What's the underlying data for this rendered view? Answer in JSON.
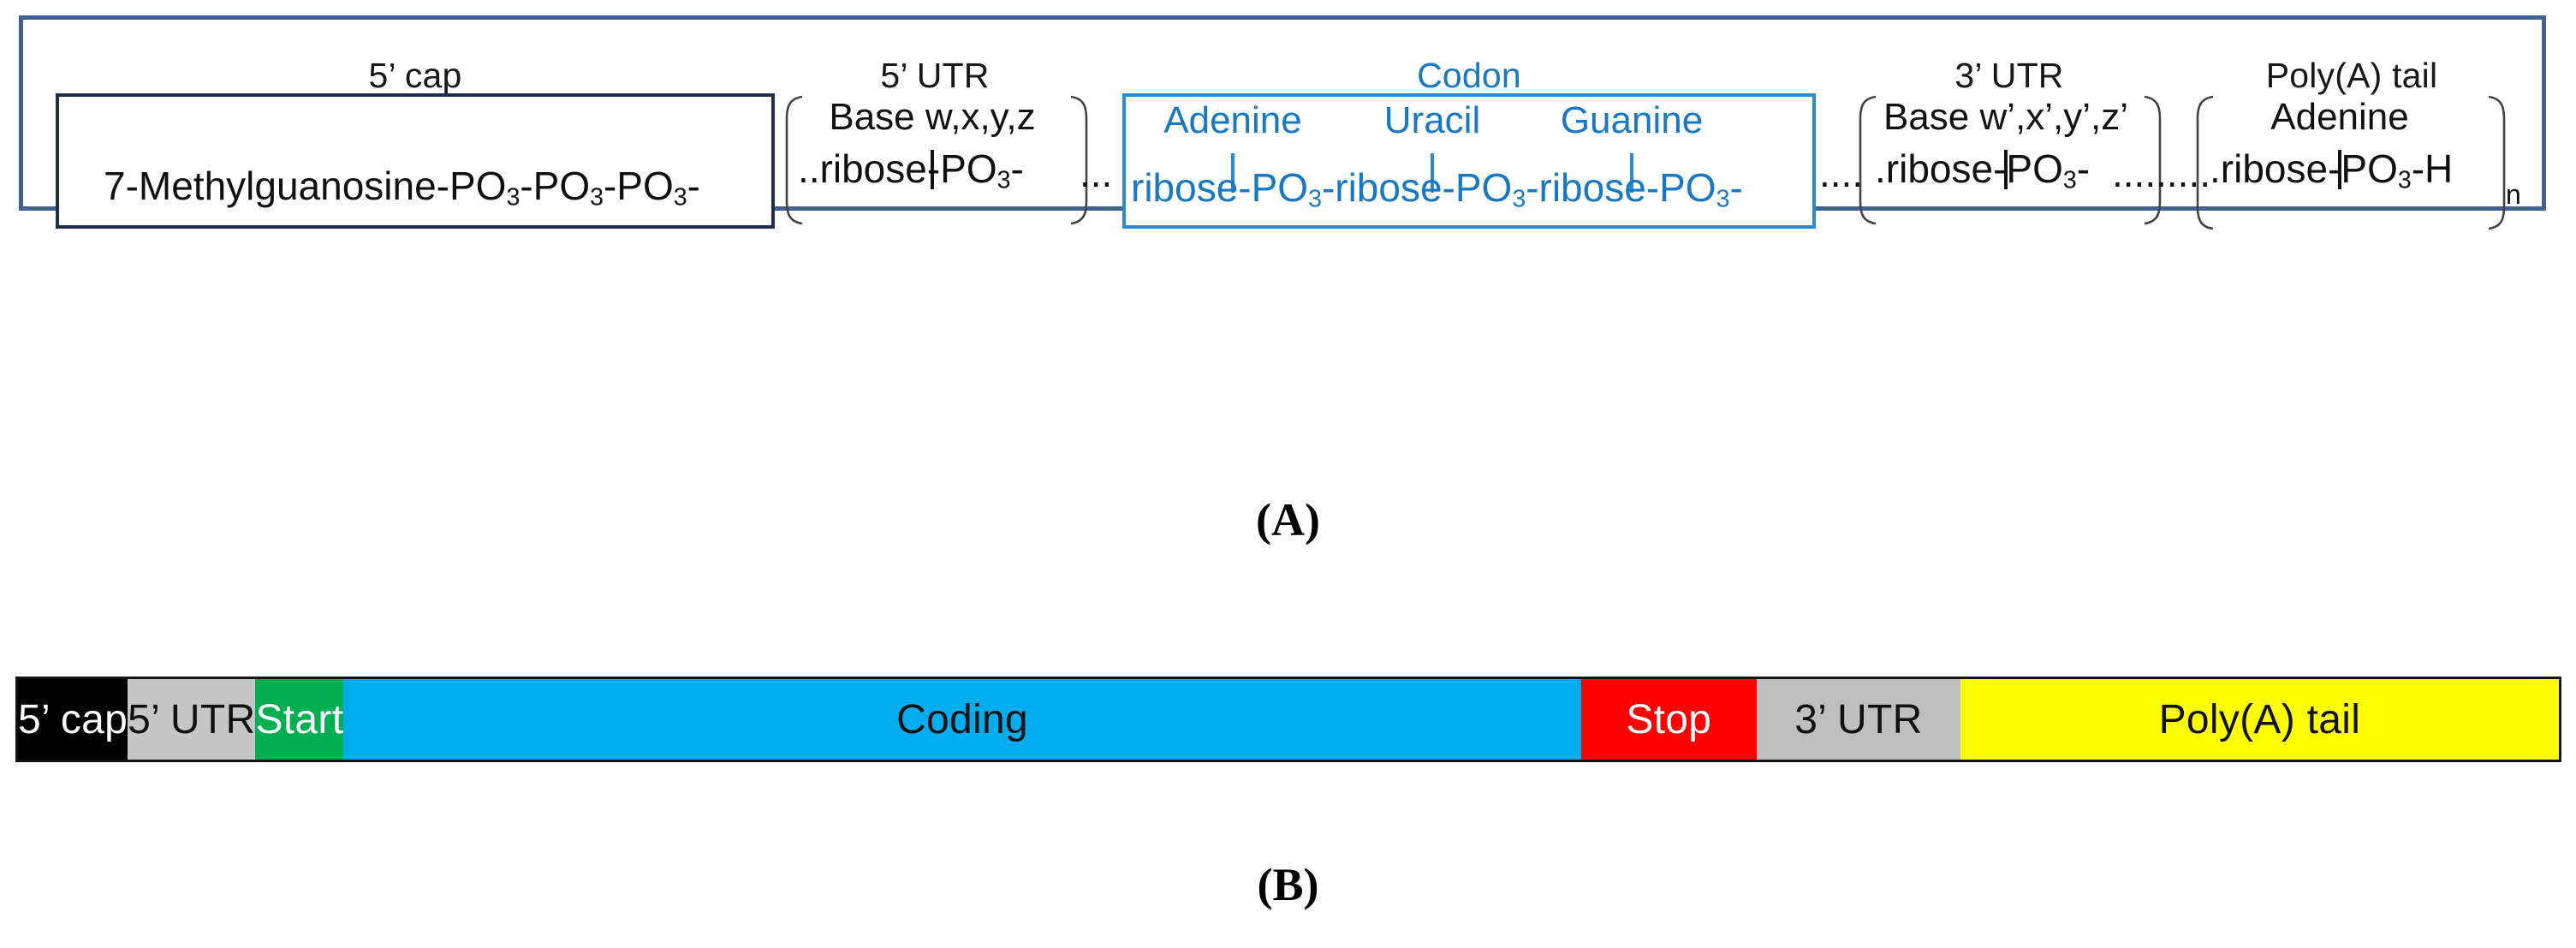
{
  "figure": {
    "panel_a_letter": "(A)",
    "panel_b_letter": "(B)"
  },
  "panel_a": {
    "frame_color": "#41618f",
    "accent_blue": "#1678c8",
    "columns": [
      {
        "label": "5’ cap"
      },
      {
        "label": "5’ UTR"
      },
      {
        "label": "Codon"
      },
      {
        "label": "3’ UTR"
      },
      {
        "label": "Poly(A) tail"
      }
    ],
    "cap": {
      "formula_prefix": "7-Methylguanosine-PO",
      "sub3": "3",
      "mid": "-PO",
      "tail": "-PO",
      "formula_full": "7-Methylguanosine-PO3-PO3-PO3-"
    },
    "utr5": {
      "base": "Base w,x,y,z",
      "backbone_prefix": "..ribose-PO",
      "sub": "3",
      "backbone_suffix": "-",
      "dots_after": "..."
    },
    "codon": {
      "bases": [
        "Adenine",
        "Uracil",
        "Guanine"
      ],
      "backbone_segments": [
        "ribose-PO",
        "-ribose-PO",
        "-ribose-PO"
      ],
      "sub": "3",
      "backbone_suffix": "-",
      "dots_after": "...."
    },
    "utr3": {
      "base": "Base w’,x’,y’,z’",
      "backbone_prefix": ".ribose-PO",
      "sub": "3",
      "backbone_suffix": "-",
      "dots_after": "........."
    },
    "polyA": {
      "base": "Adenine",
      "backbone_prefix": ".ribose-PO",
      "sub": "3",
      "backbone_suffix": "-H",
      "subscript_n": "n"
    }
  },
  "panel_b": {
    "segments": [
      {
        "label": "5’ cap",
        "bg": "#000000",
        "fg": "#ffffff",
        "width_pct": 4.3
      },
      {
        "label": "5’ UTR",
        "bg": "#c6c6c6",
        "fg": "#111111",
        "width_pct": 4.6
      },
      {
        "label": "Start",
        "bg": "#00b050",
        "fg": "#ffffff",
        "width_pct": 3.4
      },
      {
        "label": "Coding",
        "bg": "#00aeef",
        "fg": "#111111",
        "width_pct": 48.6
      },
      {
        "label": "Stop",
        "bg": "#ff0000",
        "fg": "#ffffff",
        "width_pct": 6.9
      },
      {
        "label": "3’ UTR",
        "bg": "#bfbfbf",
        "fg": "#111111",
        "width_pct": 8.0
      },
      {
        "label": "Poly(A) tail",
        "bg": "#ffff00",
        "fg": "#111111",
        "width_pct": 24.2
      }
    ]
  }
}
